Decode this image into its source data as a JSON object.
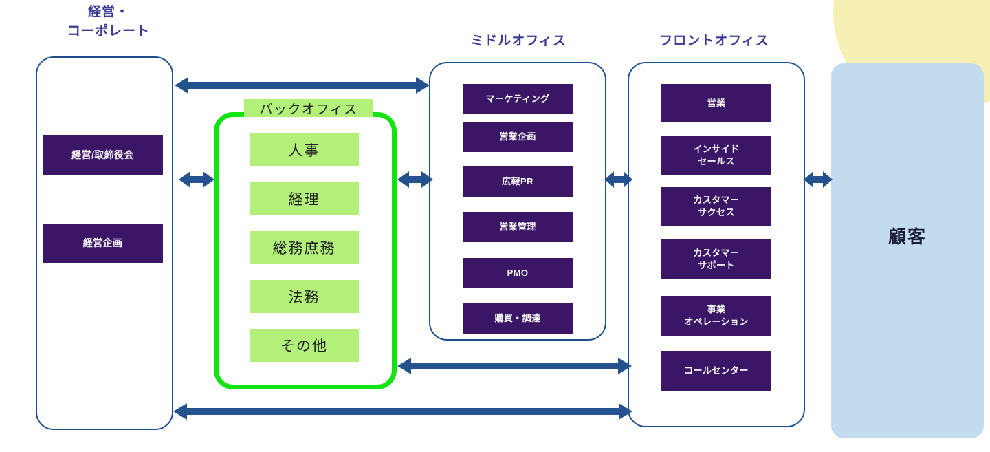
{
  "diagram": {
    "title_columns": {
      "corporate": "経営・\nコーポレート",
      "middle_office": "ミドルオフィス",
      "front_office": "フロントオフィス"
    },
    "colors": {
      "purple_chip": "#3b1667",
      "green_chip": "#b2f07a",
      "green_outline": "#12e312",
      "panel_border": "#1f4e8c",
      "arrow": "#23528f",
      "customer_block": "#c3dced",
      "label_text": "#3a3a96",
      "blob_yellow": "#f7f0b4"
    },
    "corporate": {
      "label": "経営・\nコーポレート",
      "items": [
        {
          "label": "経営/取締役会"
        },
        {
          "label": "経営企画"
        }
      ]
    },
    "back_office": {
      "label": "バックオフィス",
      "items": [
        {
          "label": "人事"
        },
        {
          "label": "経理"
        },
        {
          "label": "総務庶務"
        },
        {
          "label": "法務"
        },
        {
          "label": "その他"
        }
      ]
    },
    "middle_office": {
      "label": "ミドルオフィス",
      "items": [
        {
          "label": "マーケティング"
        },
        {
          "label": "営業企画"
        },
        {
          "label": "広報PR"
        },
        {
          "label": "営業管理"
        },
        {
          "label": "PMO"
        },
        {
          "label": "購買・調達"
        }
      ]
    },
    "front_office": {
      "label": "フロントオフィス",
      "items": [
        {
          "label": "営業"
        },
        {
          "label": "インサイド\nセールス"
        },
        {
          "label": "カスタマー\nサクセス"
        },
        {
          "label": "カスタマー\nサポート"
        },
        {
          "label": "事業\nオペレーション"
        },
        {
          "label": "コールセンター"
        }
      ]
    },
    "customer": {
      "label": "顧客"
    },
    "connectors": [
      {
        "name": "corporate-to-middle-office",
        "style": "double-headed"
      },
      {
        "name": "corporate-to-back-office",
        "style": "double-headed"
      },
      {
        "name": "back-office-to-middle-office",
        "style": "double-headed"
      },
      {
        "name": "middle-office-to-front-office",
        "style": "double-headed"
      },
      {
        "name": "front-office-to-customer",
        "style": "double-headed"
      },
      {
        "name": "back-office-to-front-office",
        "style": "double-headed"
      },
      {
        "name": "corporate-to-front-office",
        "style": "double-headed"
      }
    ]
  }
}
